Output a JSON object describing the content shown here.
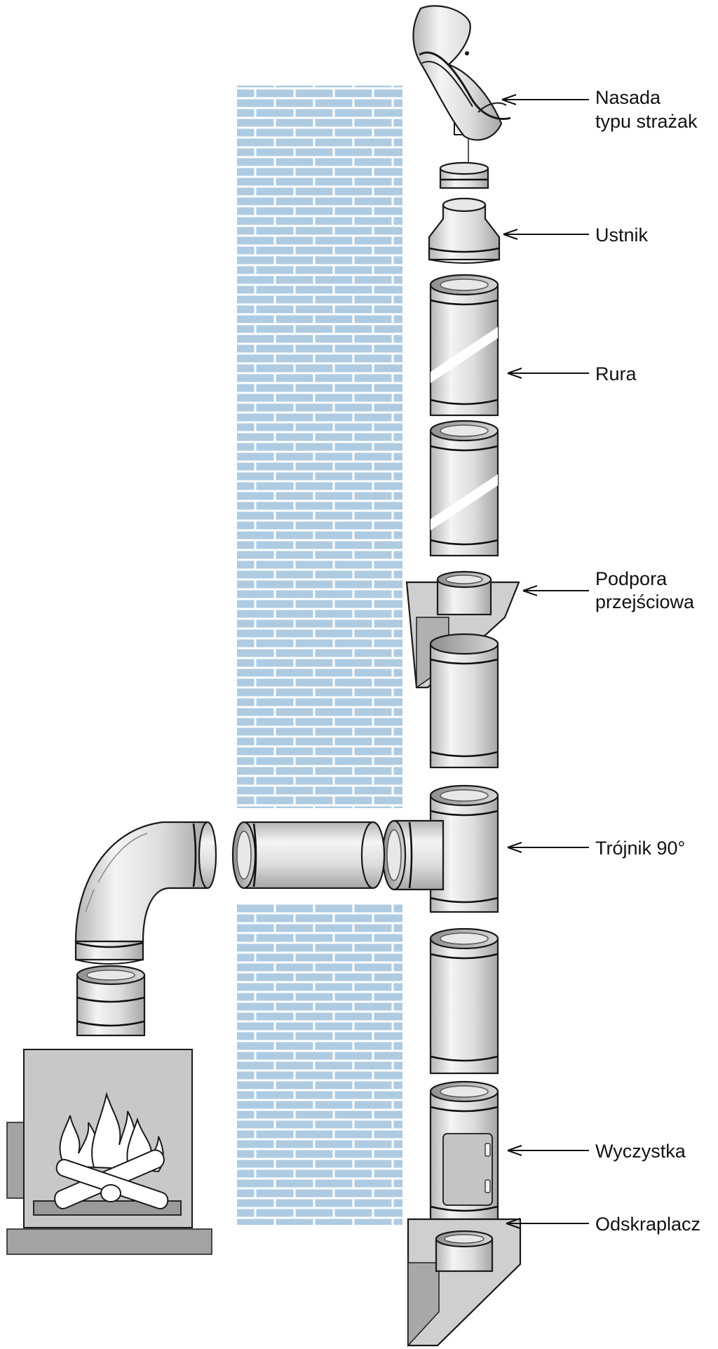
{
  "labels": {
    "cap_line1": "Nasada",
    "cap_line2": "typu strażak",
    "mouthpiece": "Ustnik",
    "pipe": "Rura",
    "support_line1": "Podpora",
    "support_line2": "przejściowa",
    "tee": "Trójnik 90°",
    "cleanout": "Wyczystka",
    "condensate": "Odskraplacz"
  },
  "colors": {
    "brick": "#aecbe2",
    "brick_mortar": "#ffffff",
    "metal_light": "#f2f2f2",
    "metal_mid": "#d9d9d9",
    "metal_dark": "#a9a9a9",
    "stove": "#c8c8c8",
    "stove_dark": "#9f9f9f",
    "outline": "#1a1a1a"
  },
  "icons": [
    "rotating-cowl-icon",
    "flame-icon",
    "log-icon"
  ]
}
